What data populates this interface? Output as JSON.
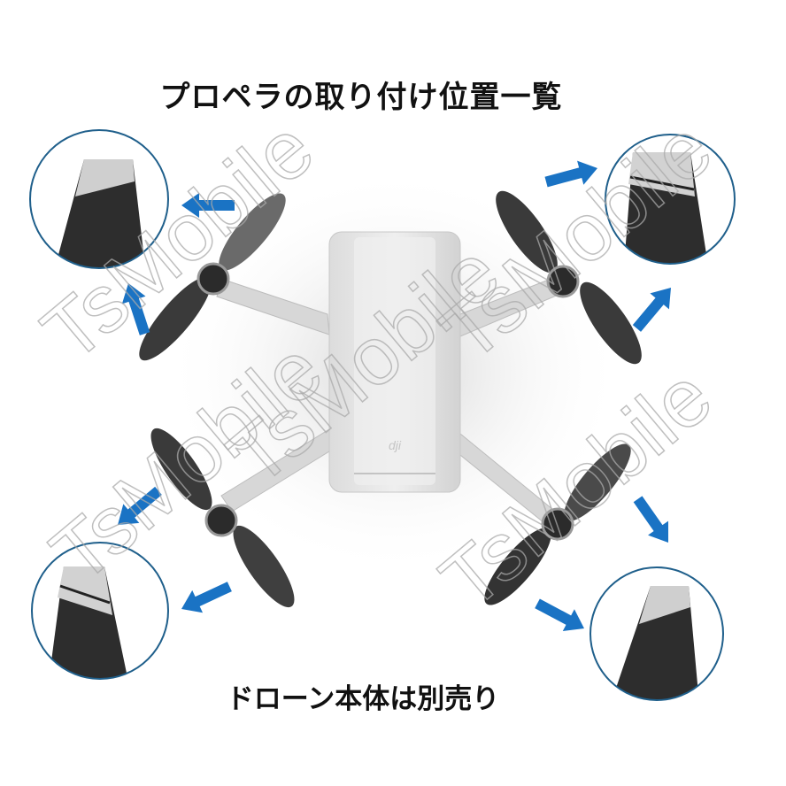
{
  "title": "プロペラの取り付け位置一覧",
  "footer_note": "ドローン本体は別売り",
  "watermark_text": "TsMobile",
  "colors": {
    "arrow": "#1a73c4",
    "circle_border": "#1f5f8b",
    "propeller": "#3b3b3b",
    "body": "#e8e8e8",
    "text": "#111111"
  },
  "detail_callouts": [
    {
      "position": "top-left",
      "marker": "single-stripe"
    },
    {
      "position": "top-right",
      "marker": "double-stripe"
    },
    {
      "position": "bottom-left",
      "marker": "double-stripe"
    },
    {
      "position": "bottom-right",
      "marker": "single-stripe"
    }
  ],
  "drone_logo": "dji"
}
